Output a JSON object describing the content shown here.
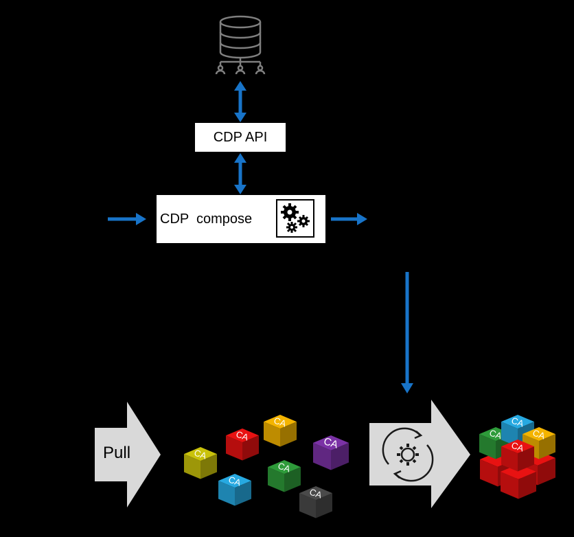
{
  "api": {
    "label": "CDP API"
  },
  "compose": {
    "label": "CDP  compose"
  },
  "pull": {
    "label": "Pull"
  },
  "block_text": "CA",
  "colors": {
    "arrow": "#1874c9",
    "shape_gray": "#d9d9d9",
    "db_icon": "#7f7f7f",
    "yellow": "#c9c20b",
    "red": "#e81212",
    "orange": "#f4b400",
    "purple": "#7b32a6",
    "blue": "#27a9e1",
    "green": "#2e9b3a",
    "gray": "#4a4a4a"
  },
  "icons": [
    "database-users-icon",
    "gears-icon",
    "sync-gear-icon"
  ]
}
